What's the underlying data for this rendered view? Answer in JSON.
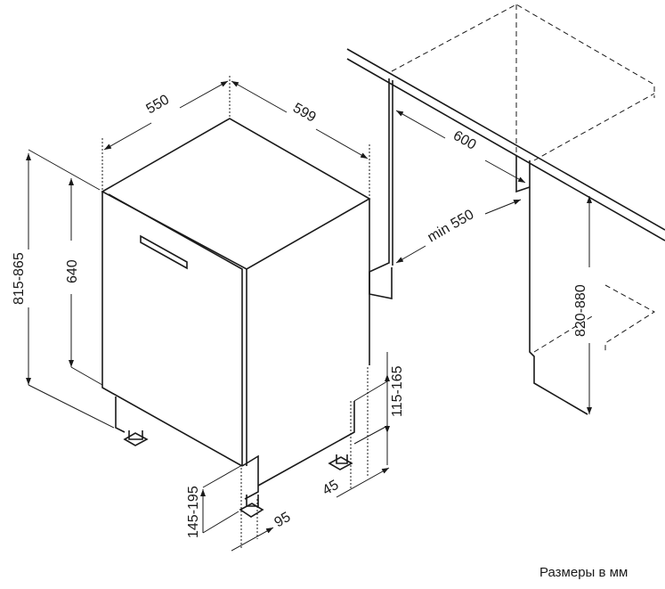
{
  "dimensions": {
    "depth": "550",
    "width": "599",
    "total_height": "815-865",
    "door_height": "640",
    "plinth_height": "145-195",
    "foot_offset": "95",
    "rear_foot_offset": "45",
    "rear_height": "115-165",
    "niche_width": "600",
    "niche_depth": "min 550",
    "niche_height": "820-880"
  },
  "caption": "Размеры в мм"
}
